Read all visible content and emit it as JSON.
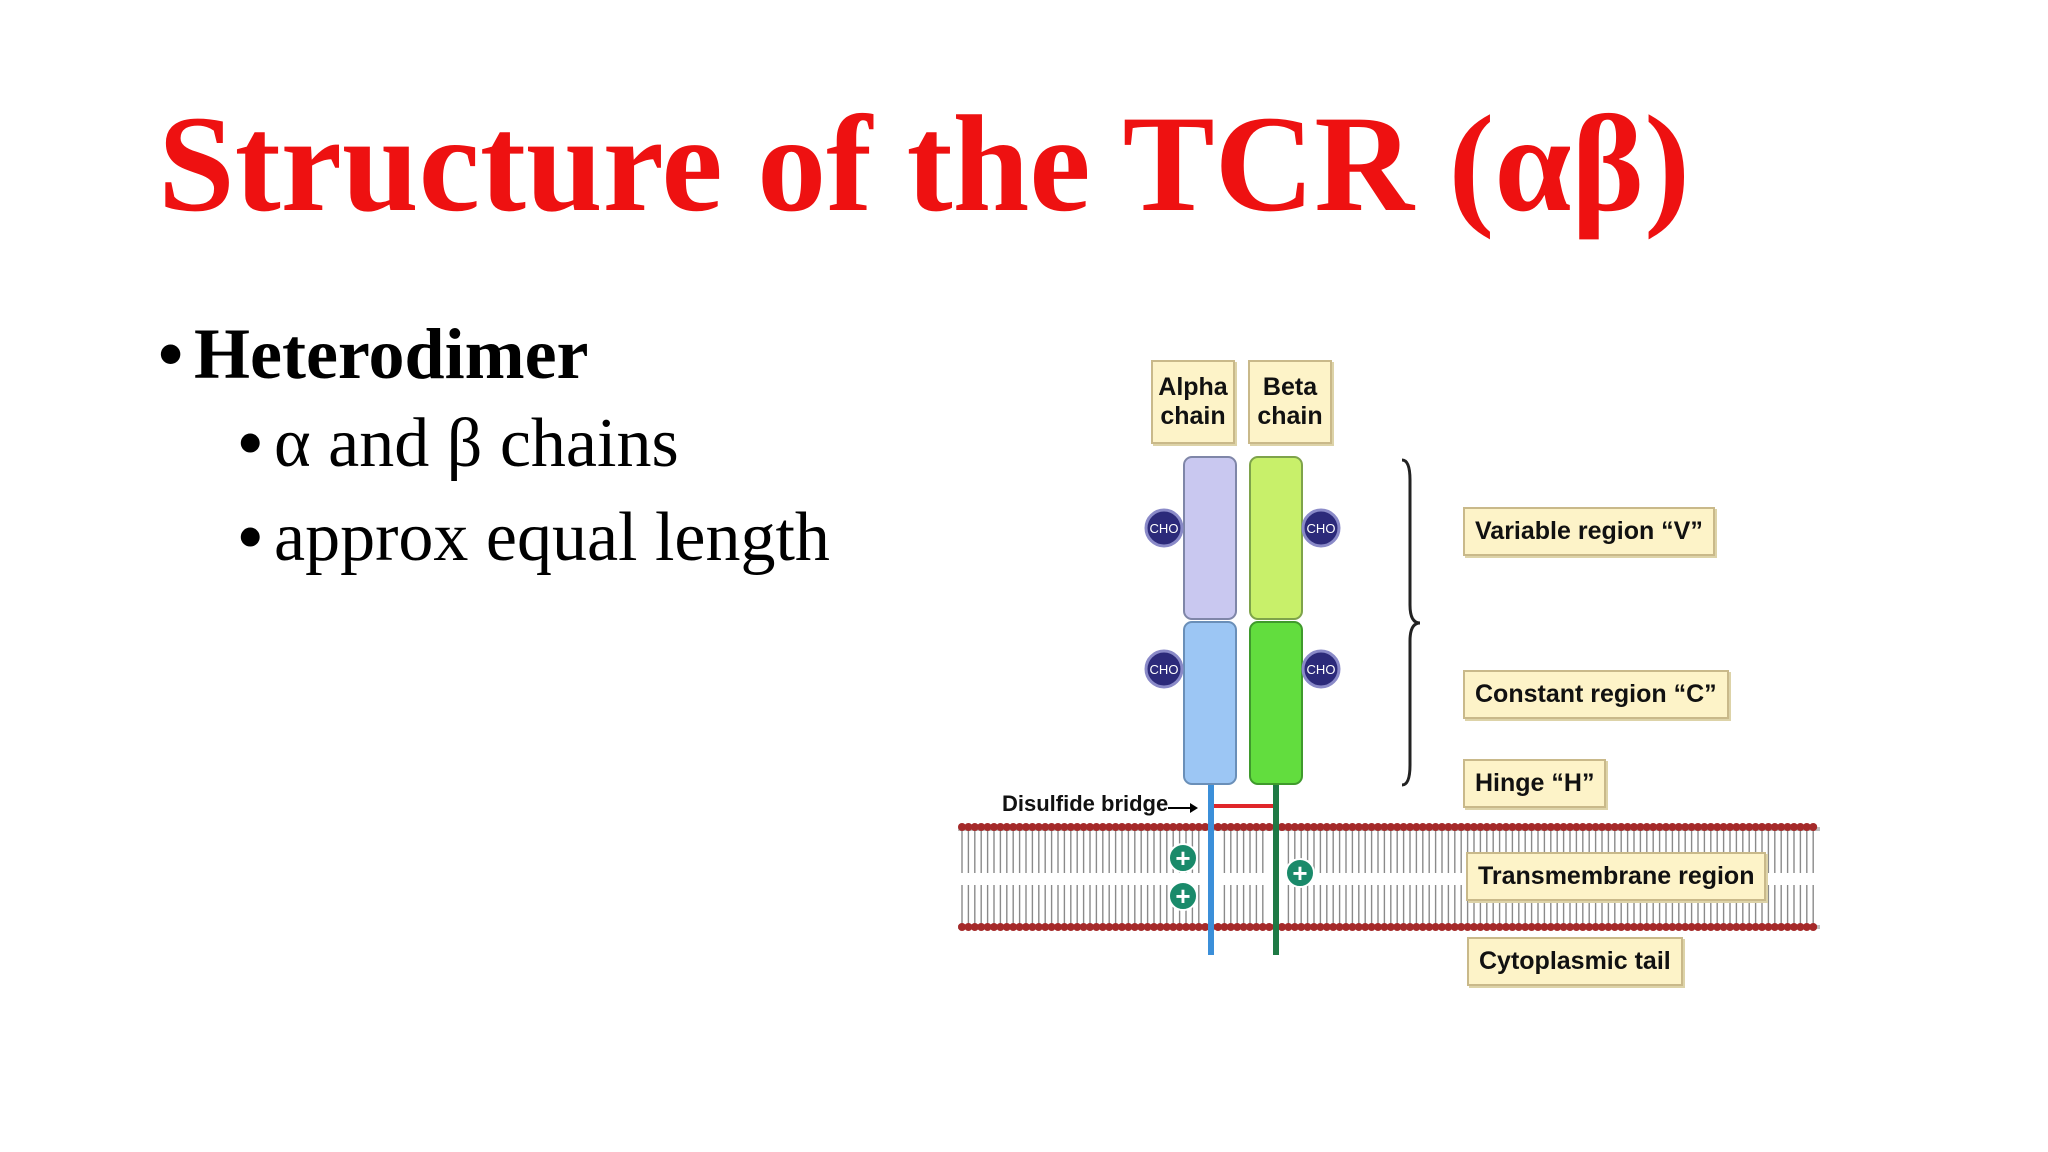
{
  "slide": {
    "title": "Structure of the TCR (αβ)",
    "bullets": [
      {
        "text": "Heterodimer",
        "level": 1
      },
      {
        "text": "α and β chains",
        "level": 2
      },
      {
        "text": "approx equal length",
        "level": 2
      }
    ]
  },
  "diagram": {
    "chain_labels": {
      "alpha": [
        "Alpha",
        "chain"
      ],
      "beta": [
        "Beta",
        "chain"
      ]
    },
    "cho_label": "CHO",
    "plus_label": "+",
    "region_labels": {
      "variable": "Variable region “V”",
      "constant": "Constant region “C”",
      "hinge": "Hinge “H”",
      "transmembrane": "Transmembrane region",
      "cytoplasmic": "Cytoplasmic tail"
    },
    "disulfide_label": "Disulfide bridge",
    "colors": {
      "alpha_variable": "#c9c8f0",
      "alpha_constant": "#9cc6f4",
      "beta_variable": "#c8f06a",
      "beta_constant": "#62dd3e",
      "alpha_tail": "#3b8fd9",
      "beta_tail": "#1f7a45",
      "membrane_head": "#a52a2a",
      "disulfide": "#e0262a",
      "cho": "#2c2a7a",
      "plus": "#1a8a6a"
    }
  }
}
